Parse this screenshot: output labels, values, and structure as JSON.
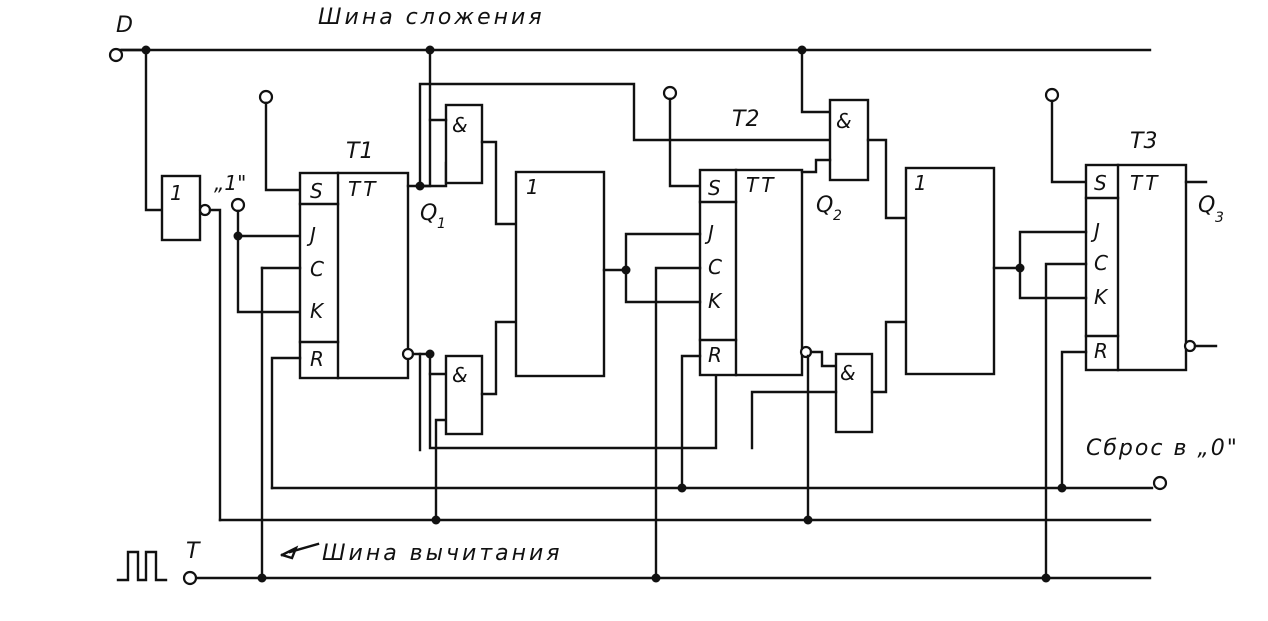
{
  "labels": {
    "input_d": "D",
    "input_t": "T",
    "bus_add": "Шина сложения",
    "bus_sub": "Шина вычитания",
    "reset": "Сброс в „0\"",
    "const_one": "„1\"",
    "t1": "T1",
    "t2": "T2",
    "t3": "T3",
    "q1": "Q",
    "q1_sub": "1",
    "q2": "Q",
    "q2_sub": "2",
    "q3": "Q",
    "q3_sub": "3"
  },
  "gates": {
    "not": "1",
    "and": "&",
    "or": "1"
  },
  "trigger": {
    "type": "TT",
    "pins": [
      "S",
      "J",
      "C",
      "K",
      "R"
    ]
  }
}
